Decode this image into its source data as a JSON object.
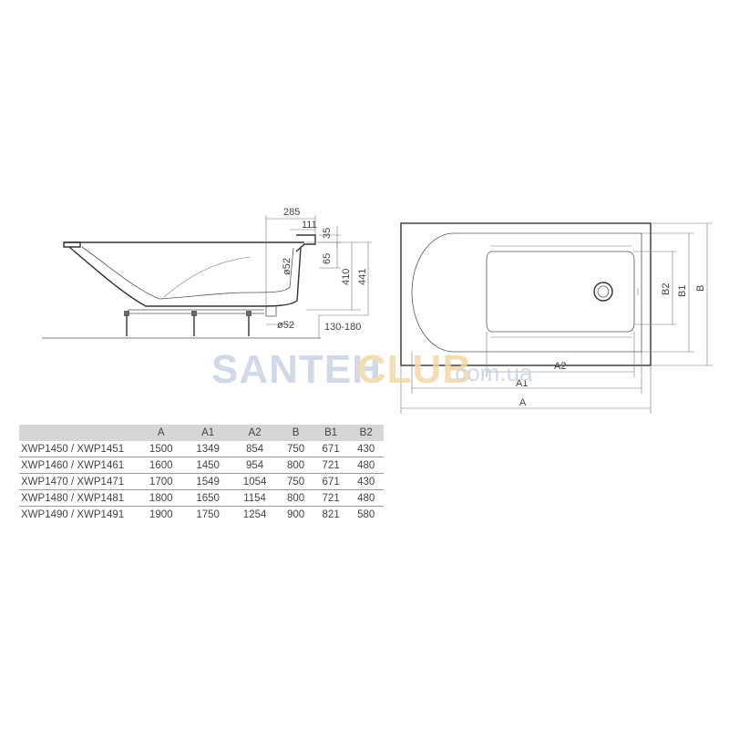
{
  "side_view": {
    "dim_285": "285",
    "dim_111": "111",
    "dim_35": "35",
    "dim_65": "65",
    "dim_410": "410",
    "dim_441": "441",
    "dim_d52_top": "ø52",
    "dim_d52_bottom": "ø52",
    "dim_130_180": "130-180"
  },
  "top_view": {
    "label_A": "A",
    "label_A1": "A1",
    "label_A2": "A2",
    "label_B": "B",
    "label_B1": "B1",
    "label_B2": "B2"
  },
  "watermark": {
    "part1": "SANTEH",
    "part2": "CLUB",
    "part3": ".com.ua",
    "color1": "#c9d3e4",
    "color2": "#f2d9a6"
  },
  "table": {
    "headers": [
      "",
      "A",
      "A1",
      "A2",
      "B",
      "B1",
      "B2"
    ],
    "rows": [
      [
        "XWP1450 / XWP1451",
        "1500",
        "1349",
        "854",
        "750",
        "671",
        "430"
      ],
      [
        "XWP1460 / XWP1461",
        "1600",
        "1450",
        "954",
        "800",
        "721",
        "480"
      ],
      [
        "XWP1470 / XWP1471",
        "1700",
        "1549",
        "1054",
        "750",
        "671",
        "430"
      ],
      [
        "XWP1480 / XWP1481",
        "1800",
        "1650",
        "1154",
        "800",
        "721",
        "480"
      ],
      [
        "XWP1490 / XWP1491",
        "1900",
        "1750",
        "1254",
        "900",
        "821",
        "580"
      ]
    ]
  }
}
